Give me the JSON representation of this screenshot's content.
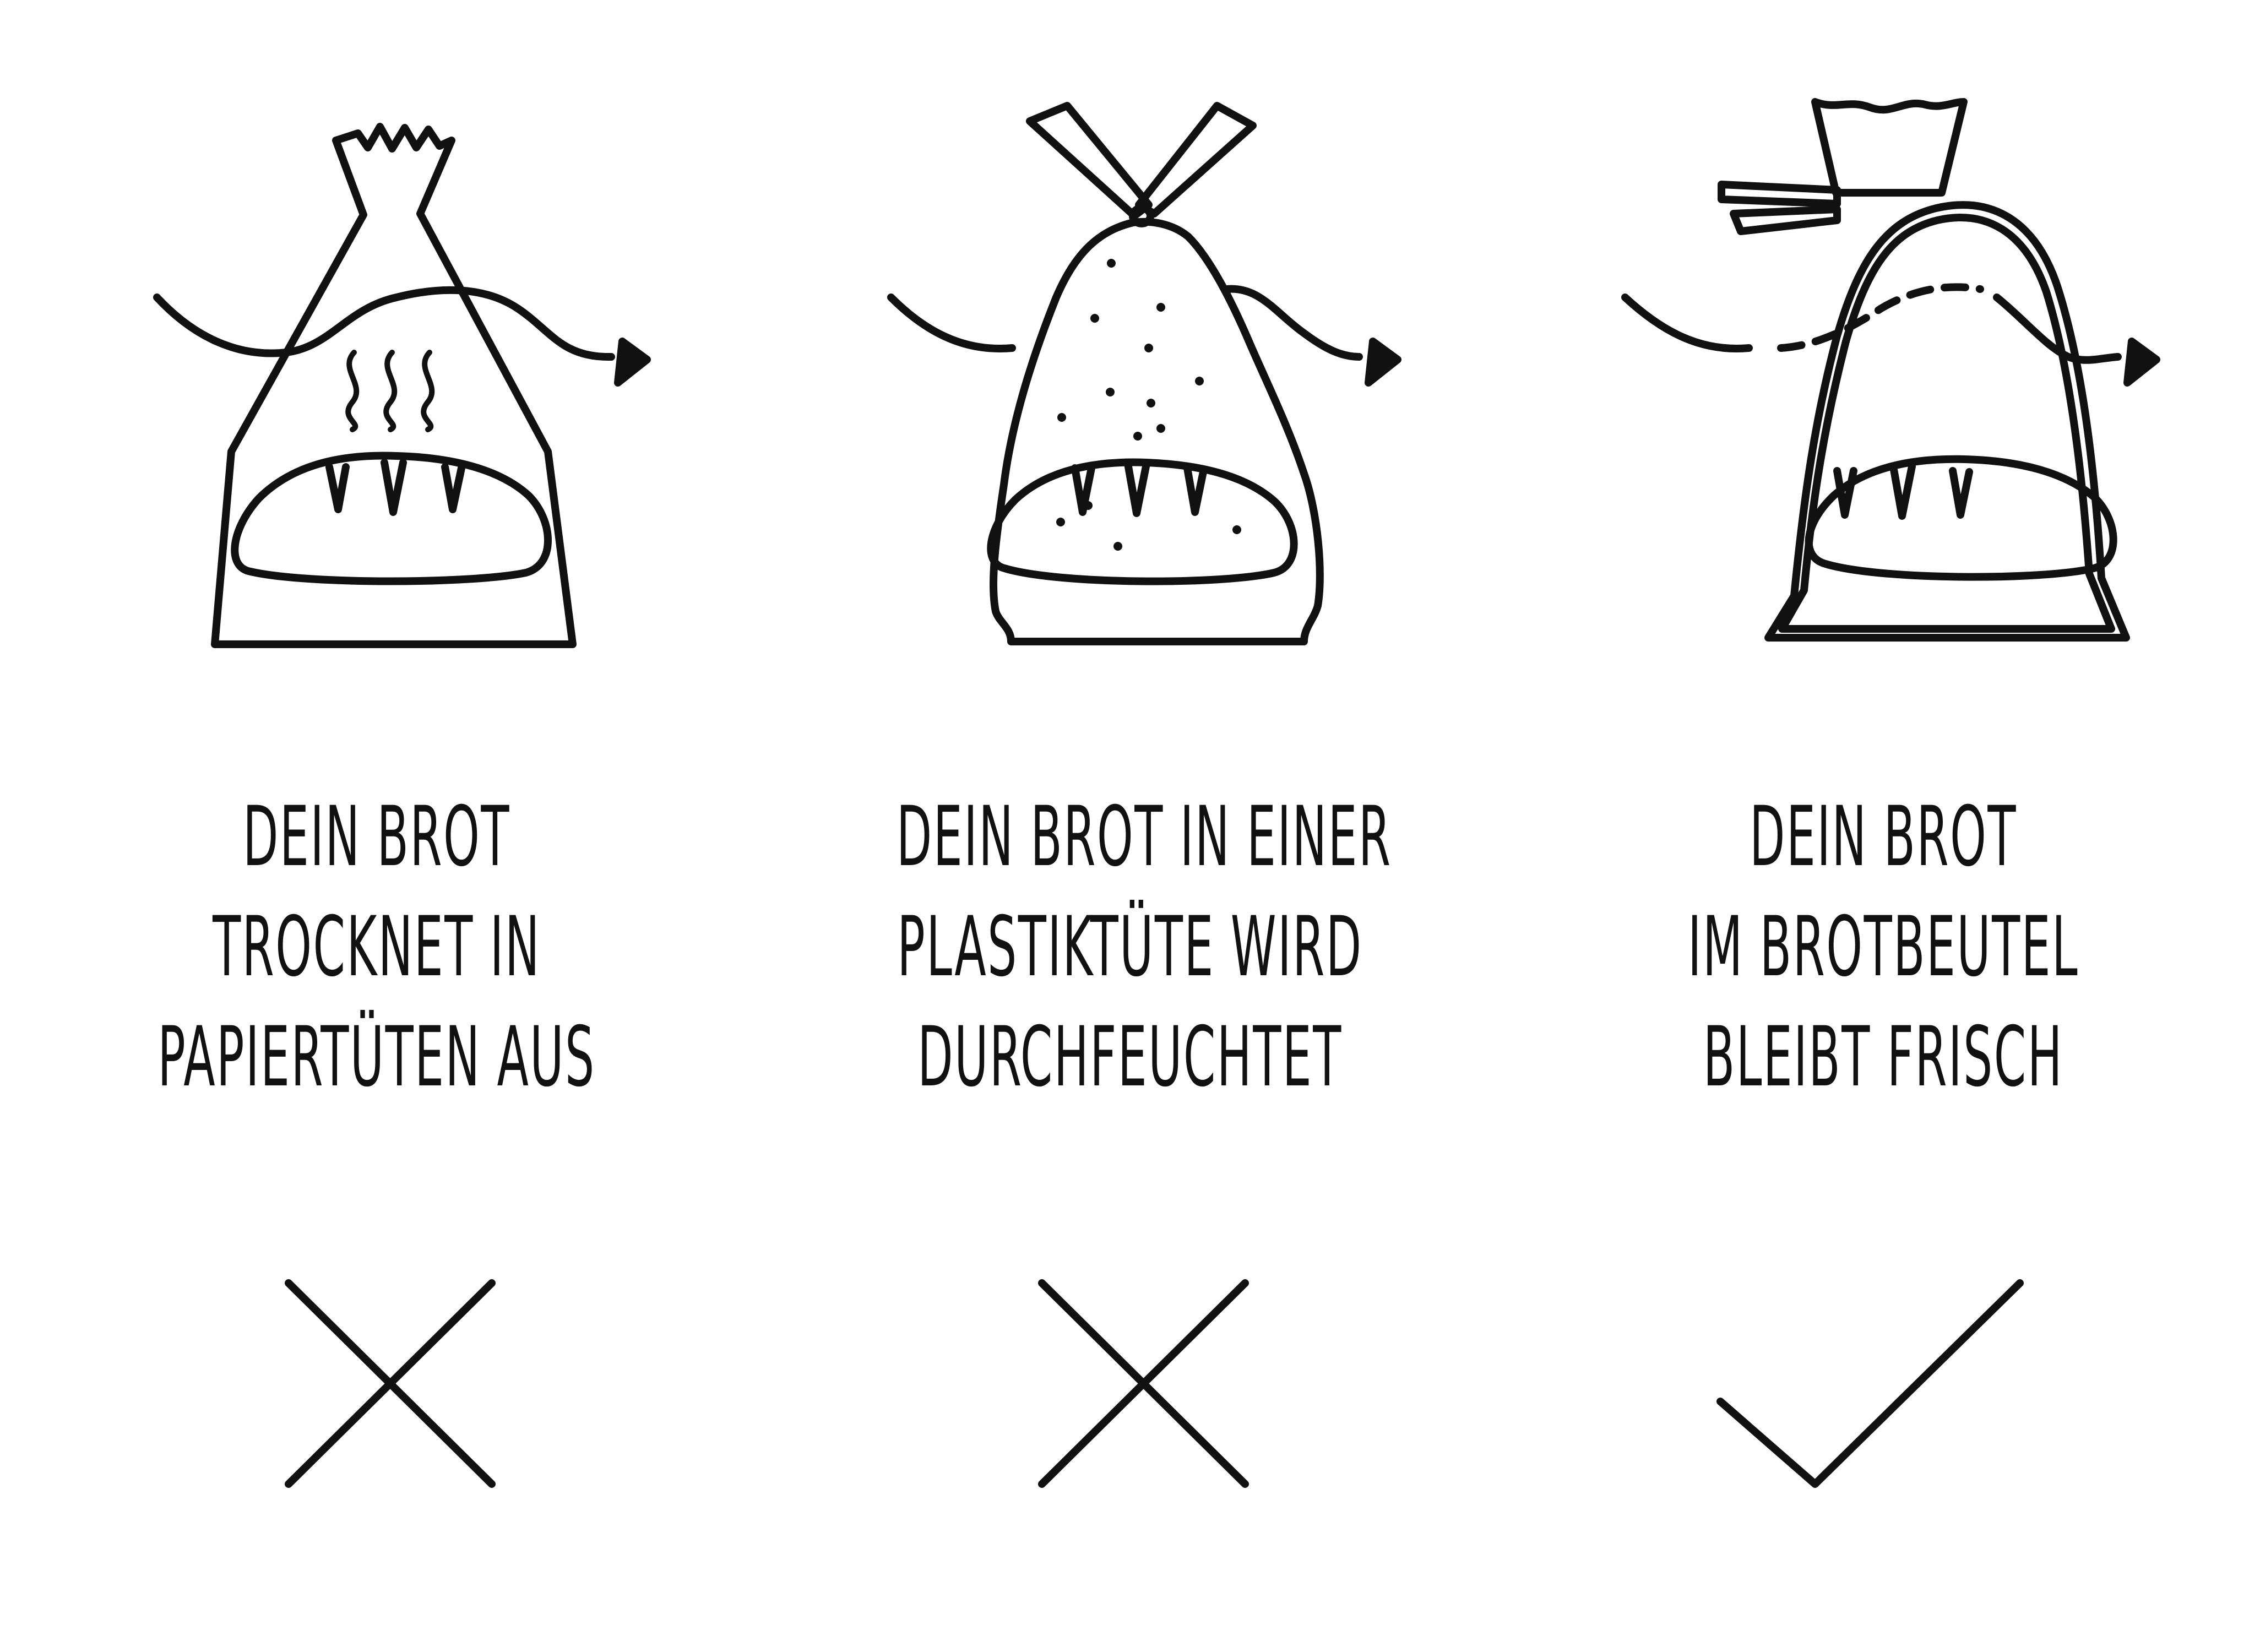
{
  "colors": {
    "stroke": "#111111",
    "background": "#ffffff"
  },
  "panels": [
    {
      "id": "paper-bag",
      "caption_lines": [
        "DEIN BROT",
        "TROCKNET IN",
        "PAPIERTÜTEN AUS"
      ],
      "verdict": "cross",
      "icons": [
        "paper-bag-icon",
        "bread-icon",
        "steam-icon",
        "air-flow-arrow-icon",
        "cross-icon"
      ]
    },
    {
      "id": "plastic-bag",
      "caption_lines": [
        "DEIN BROT IN EINER",
        "PLASTIKTÜTE WIRD",
        "DURCHFEUCHTET"
      ],
      "verdict": "cross",
      "icons": [
        "plastic-bag-icon",
        "bread-icon",
        "moisture-dots-icon",
        "air-flow-arrow-icon",
        "cross-icon"
      ]
    },
    {
      "id": "bread-bag",
      "caption_lines": [
        "DEIN BROT",
        "IM BROTBEUTEL",
        "BLEIBT FRISCH"
      ],
      "verdict": "check",
      "icons": [
        "bread-bag-icon",
        "bread-icon",
        "air-flow-arrow-icon",
        "check-icon"
      ]
    }
  ]
}
